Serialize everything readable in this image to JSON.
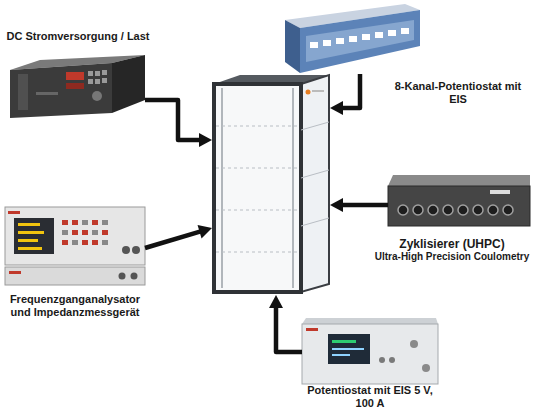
{
  "diagram": {
    "nodes": [
      {
        "text": [
          "DC Stromversorgung / Last"
        ]
      },
      {
        "text": [
          "8-Kanal-Potentiostat mit EIS"
        ]
      },
      {
        "text": []
      },
      {
        "text": [
          "Zyklisierer (UHPC)",
          "Ultra-High Precision Coulometry"
        ]
      },
      {
        "text": [
          "Frequenzganganalysator und Impedanzmessgerät"
        ]
      },
      {
        "text": [
          "Potentiostat mit EIS 5 V, 100 A"
        ]
      }
    ],
    "edges": [
      {
        "from": 0,
        "to": 2,
        "arrow": "to"
      },
      {
        "from": 1,
        "to": 2,
        "arrow": "to"
      },
      {
        "from": 3,
        "to": 2,
        "arrow": "to"
      },
      {
        "from": 4,
        "to": 2,
        "arrow": "to"
      },
      {
        "from": 5,
        "to": 2,
        "arrow": "to"
      }
    ]
  }
}
